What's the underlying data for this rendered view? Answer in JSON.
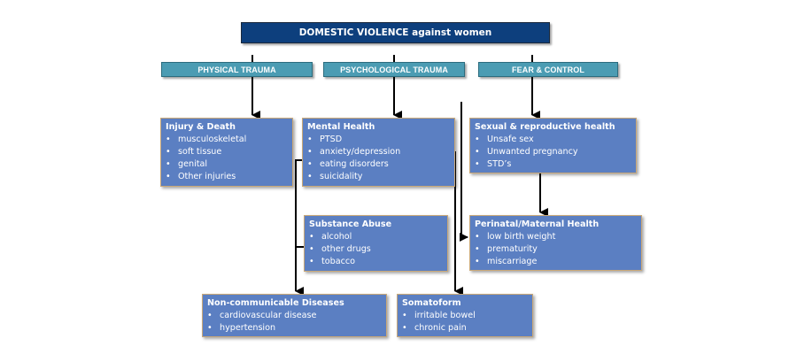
{
  "title": "DOMESTIC VIOLENCE against women",
  "categories": [
    {
      "id": "physical",
      "label": "PHYSICAL TRAUMA"
    },
    {
      "id": "psychological",
      "label": "PSYCHOLOGICAL TRAUMA"
    },
    {
      "id": "fear",
      "label": "FEAR & CONTROL"
    }
  ],
  "outcomes": {
    "injury": {
      "heading": "Injury & Death",
      "items": [
        "musculoskeletal",
        "soft tissue",
        "genital",
        "Other injuries"
      ]
    },
    "mental": {
      "heading": "Mental Health",
      "items": [
        "PTSD",
        "anxiety/depression",
        "eating disorders",
        "suicidality"
      ]
    },
    "sexual": {
      "heading": "Sexual & reproductive health",
      "items": [
        "Unsafe sex",
        "Unwanted pregnancy",
        "STD’s"
      ]
    },
    "substance": {
      "heading": "Substance Abuse",
      "items": [
        "alcohol",
        "other drugs",
        "tobacco"
      ]
    },
    "perinatal": {
      "heading": "Perinatal/Maternal Health",
      "items": [
        "low birth weight",
        "prematurity",
        "miscarriage"
      ]
    },
    "ncd": {
      "heading": "Non-communicable Diseases",
      "items": [
        "cardiovascular disease",
        "hypertension"
      ]
    },
    "somatoform": {
      "heading": "Somatoform",
      "items": [
        "irritable bowel",
        "chronic pain"
      ]
    }
  },
  "bullet": "•",
  "colors": {
    "title_bg": "#0d3f7d",
    "category_bg": "#4b9cb3",
    "card_bg": "#5b7fc2",
    "card_border": "#c9a878",
    "connector": "#000000"
  }
}
